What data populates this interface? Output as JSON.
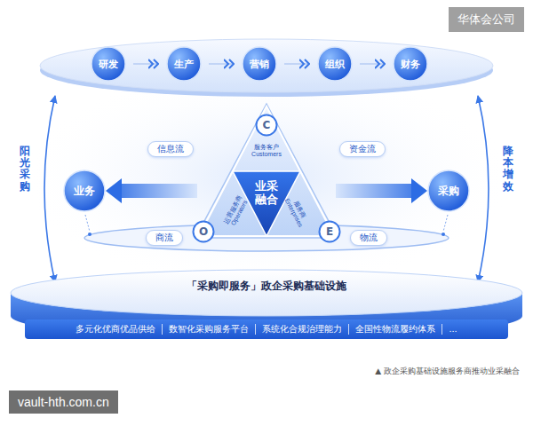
{
  "diagram": {
    "caption": "▲ 政企采购基础设施服务商推动业采融合",
    "nodes": [
      {
        "text": [
          "研发"
        ]
      },
      {
        "text": [
          "生产"
        ]
      },
      {
        "text": [
          "营销"
        ]
      },
      {
        "text": [
          "组织"
        ]
      },
      {
        "text": [
          "财务"
        ]
      },
      {
        "text": [
          "信息流"
        ]
      },
      {
        "text": [
          "资金流"
        ]
      },
      {
        "text": [
          "业务"
        ]
      },
      {
        "text": [
          "业采融合"
        ]
      },
      {
        "text": [
          "C"
        ],
        "in": 8
      },
      {
        "text": [
          "O"
        ],
        "in": 8
      },
      {
        "text": [
          "E"
        ],
        "in": 8
      },
      {
        "text": [
          "采购"
        ]
      },
      {
        "text": [
          "商流"
        ]
      },
      {
        "text": [
          "物流"
        ]
      },
      {
        "text": [
          "「采购即服务」政企采购基础设施"
        ]
      },
      {
        "text": [
          "多元化优商优品供给",
          "数智化采购服务平台",
          "系统化合规治理能力",
          "全国性物流履约体系",
          "..."
        ],
        "in": 15
      }
    ],
    "edges": [
      {
        "from": 0,
        "to": 1,
        "arrow": "to"
      },
      {
        "from": 1,
        "to": 2,
        "arrow": "to"
      },
      {
        "from": 2,
        "to": 3,
        "arrow": "to"
      },
      {
        "from": 3,
        "to": 4,
        "arrow": "to"
      },
      {
        "from": 8,
        "to": 7,
        "arrow": "to"
      },
      {
        "from": 8,
        "to": 12,
        "arrow": "to"
      }
    ],
    "labels": [
      "华体会公司",
      "阳光采购",
      "服务客户 Customers",
      "运营服务商 Operators",
      "服务商 Enterprises",
      "降本增效",
      "vault-hth.com.cn"
    ]
  }
}
